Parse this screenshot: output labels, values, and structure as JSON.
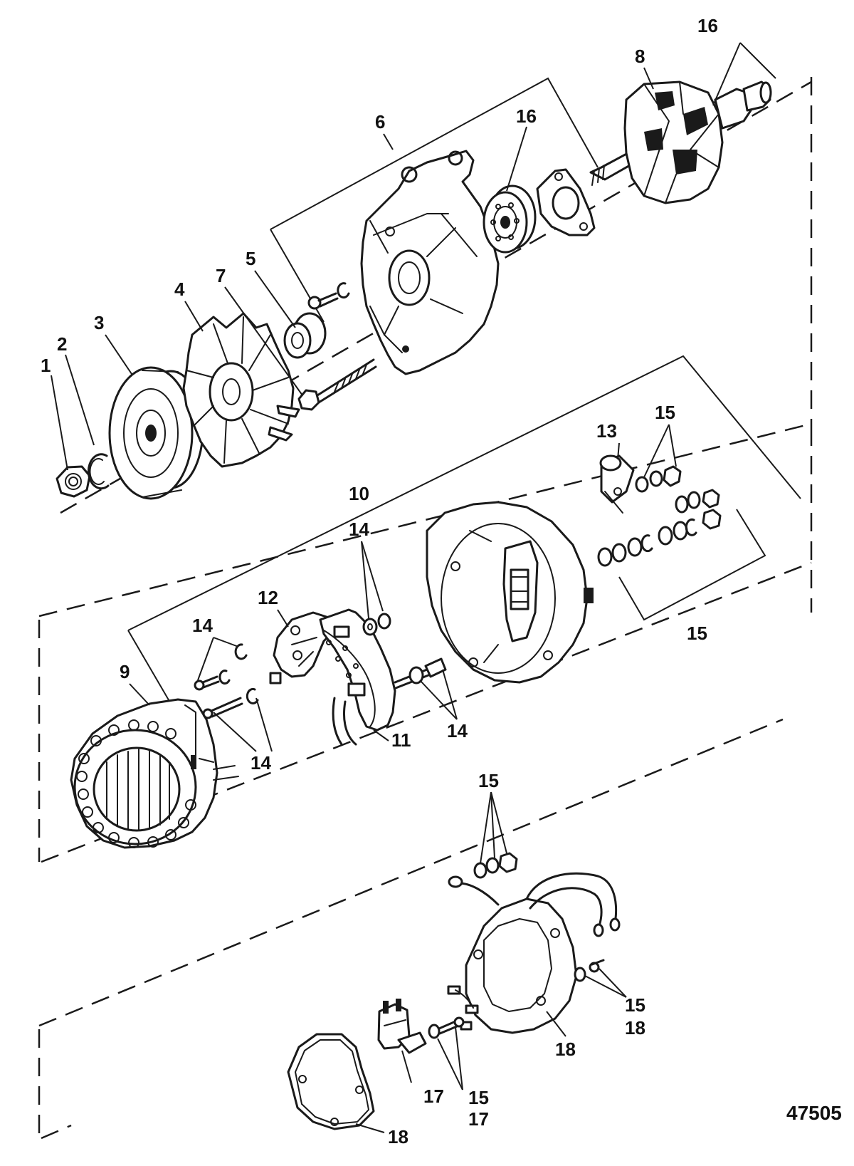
{
  "callouts": [
    {
      "id": "c1",
      "text": "1"
    },
    {
      "id": "c2",
      "text": "2"
    },
    {
      "id": "c3",
      "text": "3"
    },
    {
      "id": "c4",
      "text": "4"
    },
    {
      "id": "c5",
      "text": "5"
    },
    {
      "id": "c6",
      "text": "6"
    },
    {
      "id": "c7",
      "text": "7"
    },
    {
      "id": "c8",
      "text": "8"
    },
    {
      "id": "c9",
      "text": "9"
    },
    {
      "id": "c10",
      "text": "10"
    },
    {
      "id": "c11",
      "text": "11"
    },
    {
      "id": "c12",
      "text": "12"
    },
    {
      "id": "c13",
      "text": "13"
    },
    {
      "id": "c14a",
      "text": "14"
    },
    {
      "id": "c14b",
      "text": "14"
    },
    {
      "id": "c14c",
      "text": "14"
    },
    {
      "id": "c14d",
      "text": "14"
    },
    {
      "id": "c15a",
      "text": "15"
    },
    {
      "id": "c15b",
      "text": "15"
    },
    {
      "id": "c15c",
      "text": "15"
    },
    {
      "id": "c15d",
      "text": "15"
    },
    {
      "id": "c15e",
      "text": "15"
    },
    {
      "id": "c16a",
      "text": "16"
    },
    {
      "id": "c16b",
      "text": "16"
    },
    {
      "id": "c17a",
      "text": "17"
    },
    {
      "id": "c17b",
      "text": "17"
    },
    {
      "id": "c18a",
      "text": "18"
    },
    {
      "id": "c18b",
      "text": "18"
    },
    {
      "id": "c18c",
      "text": "18"
    }
  ],
  "figure_id": "47505"
}
